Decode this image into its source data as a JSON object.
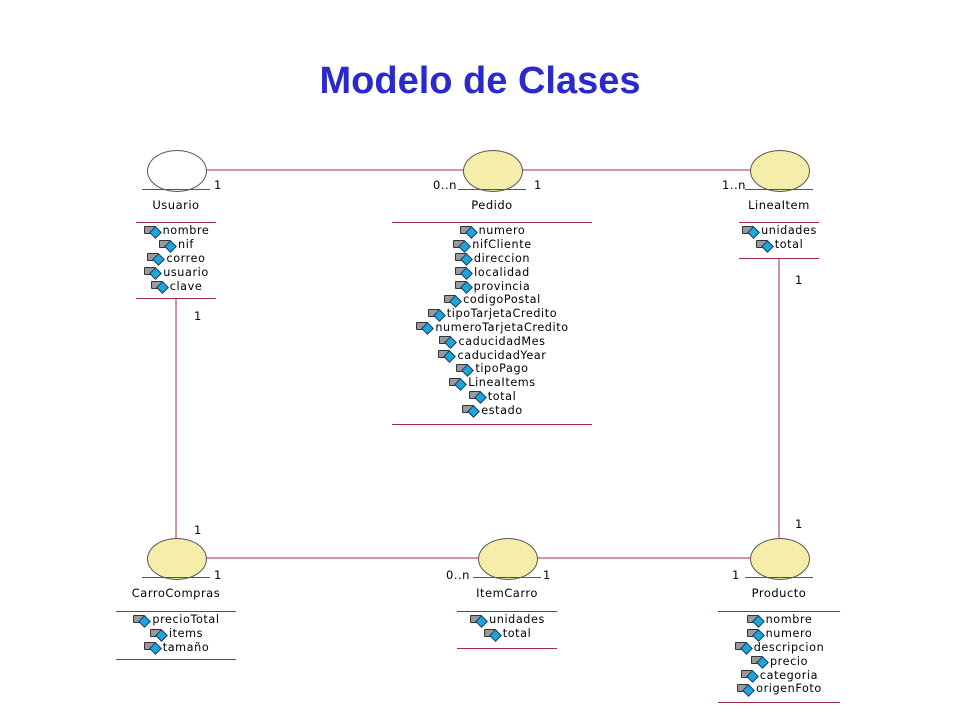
{
  "title": "Modelo de Clases",
  "classes": {
    "usuario": {
      "name": "Usuario",
      "attributes": [
        "nombre",
        "nif",
        "correo",
        "usuario",
        "clave"
      ]
    },
    "pedido": {
      "name": "Pedido",
      "attributes": [
        "numero",
        "nifCliente",
        "direccion",
        "localidad",
        "provincia",
        "codigoPostal",
        "tipoTarjetaCredito",
        "numeroTarjetaCredito",
        "caducidadMes",
        "caducidadYear",
        "tipoPago",
        "LineaItems",
        "total",
        "estado"
      ]
    },
    "lineaitem": {
      "name": "LineaItem",
      "attributes": [
        "unidades",
        "total"
      ]
    },
    "carrocompras": {
      "name": "CarroCompras",
      "attributes": [
        "precioTotal",
        "items",
        "tamaño"
      ]
    },
    "itemcarro": {
      "name": "ItemCarro",
      "attributes": [
        "unidades",
        "total"
      ]
    },
    "producto": {
      "name": "Producto",
      "attributes": [
        "nombre",
        "numero",
        "descripcion",
        "precio",
        "categoria",
        "origenFoto"
      ]
    }
  },
  "multiplicities": {
    "usuario_pedido_left": "1",
    "usuario_pedido_right": "0..n",
    "pedido_lineaitem_left": "1",
    "pedido_lineaitem_right": "1..n",
    "usuario_carro_top": "1",
    "usuario_carro_bottom": "1",
    "lineaitem_producto_top": "1",
    "lineaitem_producto_bottom": "1",
    "carro_itemcarro_left": "1",
    "carro_itemcarro_right": "0..n",
    "itemcarro_producto_left": "1",
    "itemcarro_producto_right": "1"
  },
  "colors": {
    "title": "#2a2acc",
    "association_line": "#a02a4a",
    "class_fill_highlight": "#f5eeaa",
    "attribute_icon": "#1ea6d8"
  },
  "icons": {
    "attribute": "attribute-icon"
  }
}
